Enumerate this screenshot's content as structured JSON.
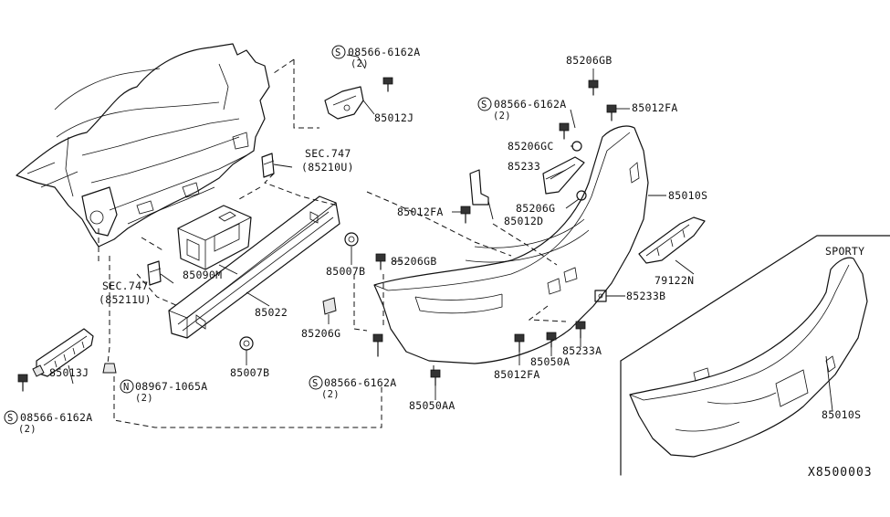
{
  "diagram_code": "X8500003",
  "sporty_label": "SPORTY",
  "callouts": {
    "bolt_top_code": "08566-6162A",
    "bolt_top_qty": "(2)",
    "bolt_top_symbol": "S",
    "p85012J": "85012J",
    "sec747_upper": "SEC.747",
    "sec747_upper_ref": "(85210U)",
    "sec747_lower": "SEC.747",
    "sec747_lower_ref": "(85211U)",
    "p85090M": "85090M",
    "p85022": "85022",
    "p85007B_upper": "85007B",
    "p85007B_lower": "85007B",
    "p85206G": "85206G",
    "p85013J": "85013J",
    "bolt_left_code": "08566-6162A",
    "bolt_left_qty": "(2)",
    "bolt_left_symbol": "S",
    "nut_code": "08967-1065A",
    "nut_qty": "(2)",
    "nut_symbol": "N",
    "bolt_mid_code": "08566-6162A",
    "bolt_mid_qty": "(2)",
    "bolt_mid_symbol": "S",
    "p85206GB_top": "85206GB",
    "bolt_right_code": "08566-6162A",
    "bolt_right_qty": "(2)",
    "bolt_right_symbol": "S",
    "p85012FA_top": "85012FA",
    "p85206GC": "85206GC",
    "p85233": "85233",
    "p85206G_right": "85206G",
    "p85012FA_mid": "85012FA",
    "p85012D": "85012D",
    "p85010S": "85010S",
    "p85206GB_mid": "85206GB",
    "p79122N": "79122N",
    "p85233B": "85233B",
    "p85233A": "85233A",
    "p85050A": "85050A",
    "p85012FA_bottom": "85012FA",
    "p85050AA": "85050AA",
    "p85010S_sporty": "85010S"
  }
}
